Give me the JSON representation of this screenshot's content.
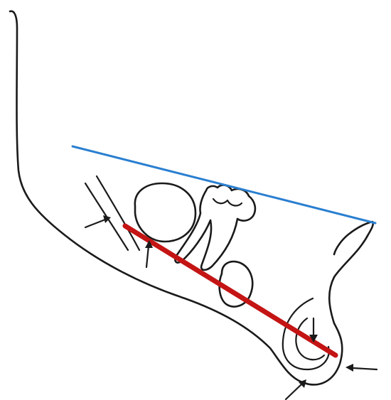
{
  "diagram": {
    "colors": {
      "background": "#ffffff",
      "ink": "#1a1a1a",
      "upper_reference_line": "#2a7fd0",
      "lower_reference_line": "#c41414"
    },
    "reference_lines": [
      {
        "name": "upper-reference-line",
        "color": "#2a7fd0"
      },
      {
        "name": "lower-reference-line",
        "color": "#c41414"
      }
    ],
    "arrow_count": 5
  }
}
